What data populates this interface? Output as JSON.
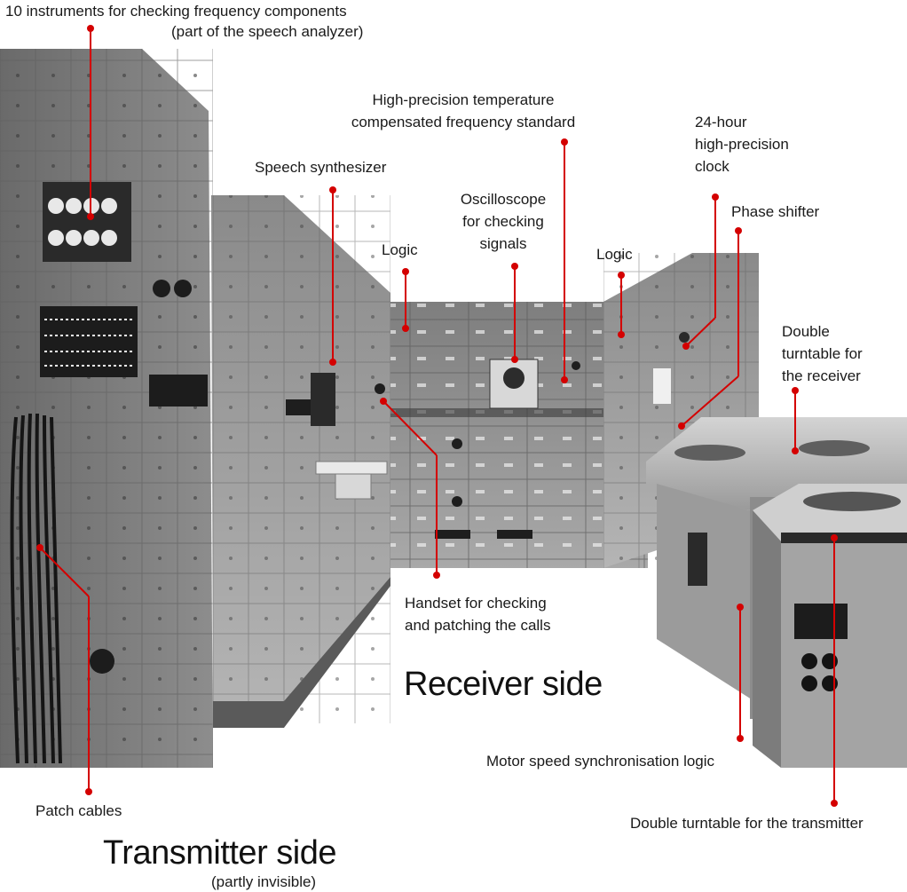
{
  "labels": {
    "instruments_line1": "10 instruments for checking  frequency components",
    "instruments_line2": "(part of the speech analyzer)",
    "freq_standard_line1": "High-precision temperature",
    "freq_standard_line2": "compensated frequency standard",
    "clock_line1": "24-hour",
    "clock_line2": "high-precision",
    "clock_line3": "clock",
    "speech_synth": "Speech synthesizer",
    "oscilloscope_line1": "Oscilloscope",
    "oscilloscope_line2": "for checking",
    "oscilloscope_line3": "signals",
    "phase_shifter": "Phase shifter",
    "logic_left": "Logic",
    "logic_right": "Logic",
    "turntable_rx_line1": "Double",
    "turntable_rx_line2": "turntable for",
    "turntable_rx_line3": "the receiver",
    "handset_line1": "Handset for checking",
    "handset_line2": "and patching the calls",
    "motor_sync": "Motor speed synchronisation logic",
    "patch_cables": "Patch cables",
    "turntable_tx": "Double turntable for the transmitter"
  },
  "sections": {
    "receiver_side": "Receiver side",
    "transmitter_side": "Transmitter side",
    "transmitter_note": "(partly invisible)"
  },
  "colors": {
    "leader": "#d40000",
    "text": "#1a1a1a"
  }
}
